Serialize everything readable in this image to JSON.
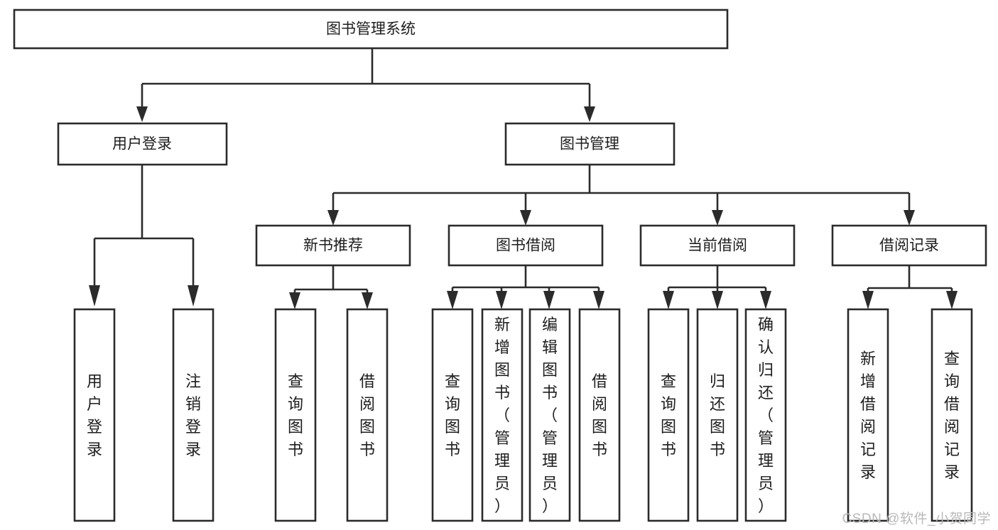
{
  "diagram": {
    "type": "hierarchy-tree",
    "title": "图书管理系统",
    "watermark": "CSDN @软件_小贺同学",
    "colors": {
      "stroke": "#2b2b2b",
      "fill": "#ffffff",
      "text": "#1d1d1d",
      "watermark": "#b9b9b9",
      "background": "#ffffff"
    },
    "nodes": {
      "root": {
        "label": "图书管理系统",
        "orientation": "horizontal"
      },
      "level1": [
        {
          "id": "user-login",
          "label": "用户登录",
          "orientation": "horizontal"
        },
        {
          "id": "book-management",
          "label": "图书管理",
          "orientation": "horizontal"
        }
      ],
      "level2": [
        {
          "id": "new-book-recommend",
          "label": "新书推荐",
          "orientation": "horizontal"
        },
        {
          "id": "book-borrow",
          "label": "图书借阅",
          "orientation": "horizontal"
        },
        {
          "id": "current-borrow",
          "label": "当前借阅",
          "orientation": "horizontal"
        },
        {
          "id": "borrow-record",
          "label": "借阅记录",
          "orientation": "horizontal"
        }
      ],
      "leaves": [
        {
          "id": "leaf-user-login",
          "label": "用户登录",
          "parent": "user-login",
          "orientation": "vertical"
        },
        {
          "id": "leaf-user-logout",
          "label": "注销登录",
          "parent": "user-login",
          "orientation": "vertical"
        },
        {
          "id": "leaf-query-book-1",
          "label": "查询图书",
          "parent": "new-book-recommend",
          "orientation": "vertical"
        },
        {
          "id": "leaf-borrow-book-1",
          "label": "借阅图书",
          "parent": "new-book-recommend",
          "orientation": "vertical"
        },
        {
          "id": "leaf-query-book-2",
          "label": "查询图书",
          "parent": "book-borrow",
          "orientation": "vertical"
        },
        {
          "id": "leaf-add-book",
          "label": "新增图书（管理员）",
          "parent": "book-borrow",
          "orientation": "vertical"
        },
        {
          "id": "leaf-edit-book",
          "label": "编辑图书（管理员）",
          "parent": "book-borrow",
          "orientation": "vertical"
        },
        {
          "id": "leaf-borrow-book-2",
          "label": "借阅图书",
          "parent": "book-borrow",
          "orientation": "vertical"
        },
        {
          "id": "leaf-query-book-3",
          "label": "查询图书",
          "parent": "current-borrow",
          "orientation": "vertical"
        },
        {
          "id": "leaf-return-book",
          "label": "归还图书",
          "parent": "current-borrow",
          "orientation": "vertical"
        },
        {
          "id": "leaf-confirm-return",
          "label": "确认归还（管理员）",
          "parent": "current-borrow",
          "orientation": "vertical"
        },
        {
          "id": "leaf-add-record",
          "label": "新增借阅记录",
          "parent": "borrow-record",
          "orientation": "vertical"
        },
        {
          "id": "leaf-query-record",
          "label": "查询借阅记录",
          "parent": "borrow-record",
          "orientation": "vertical"
        }
      ]
    }
  }
}
